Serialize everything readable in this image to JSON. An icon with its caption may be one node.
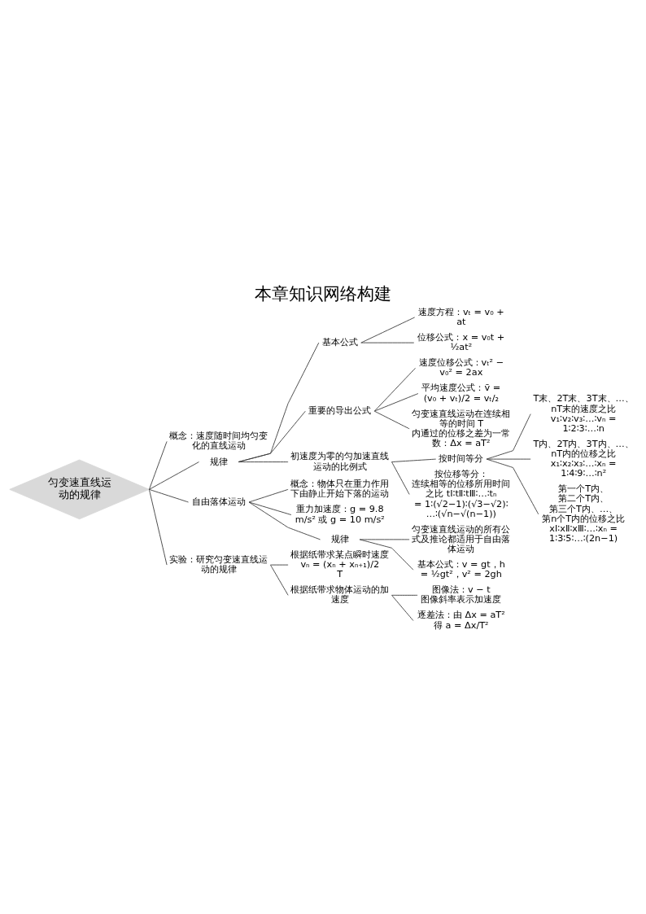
{
  "diagram": {
    "title": "本章知识网络构建",
    "nodes": [
      {
        "text": [
          "匀变速直线运动的规律"
        ]
      },
      {
        "text": [
          "概念：速度随时间均匀变化的直线运动"
        ]
      },
      {
        "text": [
          "规律"
        ]
      },
      {
        "text": [
          "基本公式"
        ]
      },
      {
        "text": [
          "速度方程：vₜ = v₀ + at"
        ]
      },
      {
        "text": [
          "位移公式：x = v₀t + ½at²"
        ]
      },
      {
        "text": [
          "重要的导出公式"
        ]
      },
      {
        "text": [
          "速度位移公式：vₜ² − v₀² = 2ax"
        ]
      },
      {
        "text": [
          "平均速度公式：v̄ = (v₀ + vₜ)/2 = vₜ/₂"
        ]
      },
      {
        "text": [
          "匀变速直线运动在连续相等的时间 T 内通过的位移之差为一常数：Δx = aT²"
        ]
      },
      {
        "text": [
          "初速度为零的匀加速直线运动的比例式"
        ]
      },
      {
        "text": [
          "按时间等分"
        ]
      },
      {
        "text": [
          "T末、2T末、3T末、…、nT末的速度之比 v₁∶v₂∶v₃∶…∶vₙ = 1∶2∶3∶…∶n"
        ]
      },
      {
        "text": [
          "T内、2T内、3T内、…、nT内的位移之比 x₁∶x₂∶x₃∶…∶xₙ = 1∶4∶9∶…∶n²"
        ]
      },
      {
        "text": [
          "第一个T内、第二个T内、第三个T内、…、第n个T内的位移之比 xⅠ∶xⅡ∶xⅢ∶…∶xₙ = 1∶3∶5∶…∶(2n−1)"
        ]
      },
      {
        "text": [
          "按位移等分：连续相等的位移所用时间之比 tⅠ∶tⅡ∶tⅢ∶…∶tₙ = 1∶(√2−1)∶(√3−√2)∶…∶(√n−√(n−1))"
        ]
      },
      {
        "text": [
          "自由落体运动"
        ]
      },
      {
        "text": [
          "概念：物体只在重力作用下由静止开始下落的运动"
        ]
      },
      {
        "text": [
          "重力加速度：g = 9.8 m/s² 或 g = 10 m/s²"
        ]
      },
      {
        "text": [
          "规律"
        ]
      },
      {
        "text": [
          "匀变速直线运动的所有公式及推论都适用于自由落体运动"
        ]
      },
      {
        "text": [
          "基本公式：v = gt，h = ½gt²，v² = 2gh"
        ]
      },
      {
        "text": [
          "实验：研究匀变速直线运动的规律"
        ]
      },
      {
        "text": [
          "根据纸带求某点瞬时速度 vₙ = (xₙ + xₙ₊₁)/2T"
        ]
      },
      {
        "text": [
          "根据纸带求物体运动的加速度"
        ]
      },
      {
        "text": [
          "图像法：v − t 图像斜率表示加速度"
        ]
      },
      {
        "text": [
          "逐差法：由 Δx = aT² 得 a = Δx/T²"
        ]
      }
    ],
    "edges": [
      {
        "from": 0,
        "to": 1,
        "arrow": "none"
      },
      {
        "from": 0,
        "to": 2,
        "arrow": "none"
      },
      {
        "from": 0,
        "to": 16,
        "arrow": "none"
      },
      {
        "from": 0,
        "to": 22,
        "arrow": "none"
      },
      {
        "from": 2,
        "to": 3,
        "arrow": "none"
      },
      {
        "from": 2,
        "to": 6,
        "arrow": "none"
      },
      {
        "from": 2,
        "to": 10,
        "arrow": "none"
      },
      {
        "from": 3,
        "to": 4,
        "arrow": "none"
      },
      {
        "from": 3,
        "to": 5,
        "arrow": "none"
      },
      {
        "from": 6,
        "to": 7,
        "arrow": "none"
      },
      {
        "from": 6,
        "to": 8,
        "arrow": "none"
      },
      {
        "from": 6,
        "to": 9,
        "arrow": "none"
      },
      {
        "from": 10,
        "to": 11,
        "arrow": "none"
      },
      {
        "from": 10,
        "to": 15,
        "arrow": "none"
      },
      {
        "from": 11,
        "to": 12,
        "arrow": "none"
      },
      {
        "from": 11,
        "to": 13,
        "arrow": "none"
      },
      {
        "from": 11,
        "to": 14,
        "arrow": "none"
      },
      {
        "from": 16,
        "to": 17,
        "arrow": "none"
      },
      {
        "from": 16,
        "to": 18,
        "arrow": "none"
      },
      {
        "from": 16,
        "to": 19,
        "arrow": "none"
      },
      {
        "from": 19,
        "to": 20,
        "arrow": "none"
      },
      {
        "from": 19,
        "to": 21,
        "arrow": "none"
      },
      {
        "from": 22,
        "to": 23,
        "arrow": "none"
      },
      {
        "from": 22,
        "to": 24,
        "arrow": "none"
      },
      {
        "from": 24,
        "to": 25,
        "arrow": "none"
      },
      {
        "from": 24,
        "to": 26,
        "arrow": "none"
      }
    ]
  }
}
